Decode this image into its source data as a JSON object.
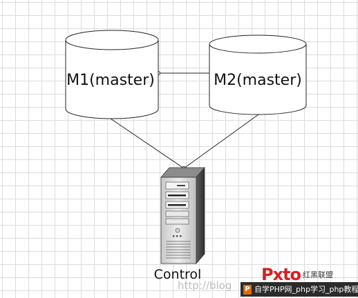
{
  "nodes": {
    "m1": {
      "label": "M1(master)"
    },
    "m2": {
      "label": "M2(master)"
    },
    "control": {
      "label": "Control"
    }
  },
  "watermark": {
    "blog_text": "http://blog",
    "logo_text": "Pxto",
    "logo_cn": "红黑联盟",
    "bar_icon": "P",
    "bar_text": "自学PHP网_php学习_php教程"
  },
  "colors": {
    "grid": "#dcdcdc",
    "logo_red": "#d82020",
    "bar_bg": "#2b2b2b",
    "bar_icon": "#e06a00"
  }
}
